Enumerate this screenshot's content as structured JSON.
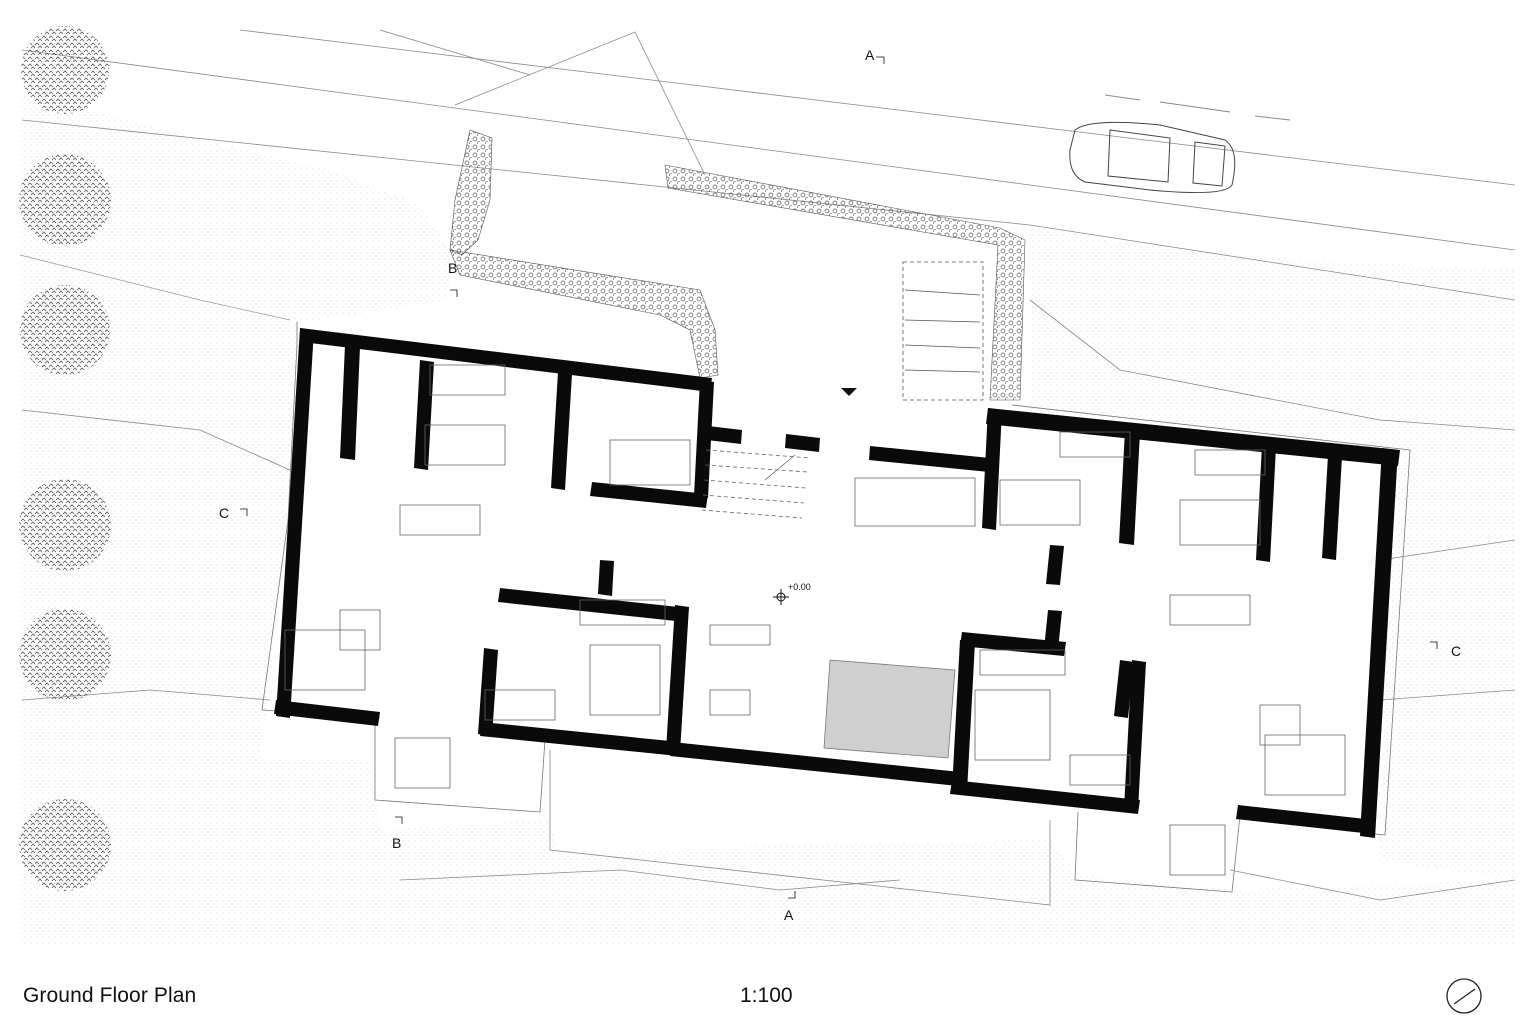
{
  "drawing": {
    "title": "Ground Floor Plan",
    "scale": "1:100",
    "level_marker": "+0.00"
  },
  "section_markers": {
    "a_top": "A",
    "a_bottom": "A",
    "b_top": "B",
    "b_bottom": "B",
    "c_left": "C",
    "c_right": "C"
  },
  "icons": {
    "north_arrow": "north-arrow-icon",
    "entrance": "entrance-triangle-icon",
    "level_datum": "level-datum-icon"
  },
  "colors": {
    "wall": "#0a0a0a",
    "line": "#7a7a7a",
    "pool": "#cfcfcf",
    "hatch": "#b5b5b5"
  }
}
